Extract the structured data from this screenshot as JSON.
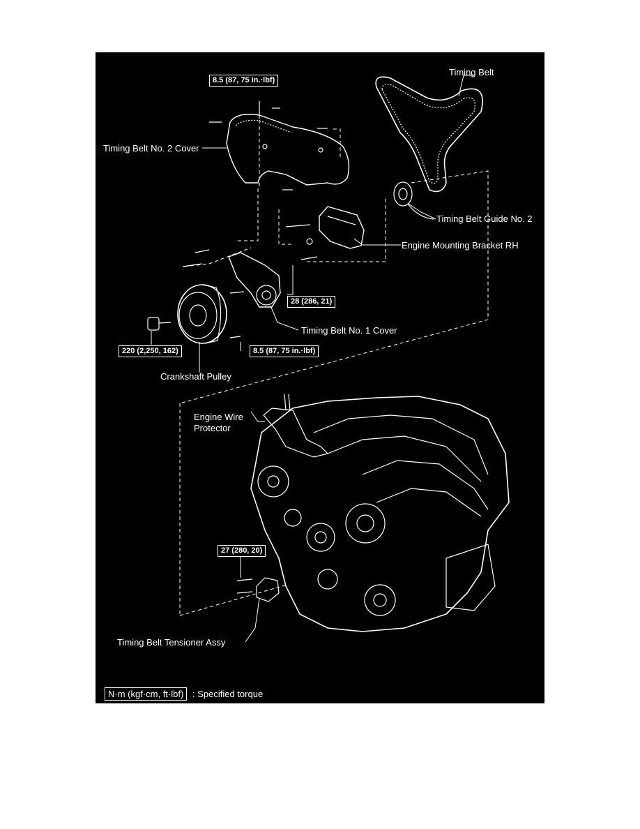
{
  "labels": {
    "timing_belt": "Timing Belt",
    "timing_belt_no2_cover": "Timing Belt No. 2 Cover",
    "timing_belt_guide_no2": "Timing Belt Guide No. 2",
    "engine_mounting_bracket_rh": "Engine Mounting Bracket RH",
    "timing_belt_no1_cover": "Timing Belt No. 1 Cover",
    "crankshaft_pulley": "Crankshaft Pulley",
    "engine_wire_protector_1": "Engine Wire",
    "engine_wire_protector_2": "Protector",
    "timing_belt_tensioner_assy": "Timing Belt Tensioner Assy"
  },
  "torques": {
    "cover2_bolt": "8.5 (87, 75 in.·lbf)",
    "bracket_bolt": "28 (286, 21)",
    "crank_bolt": "220 (2,250, 162)",
    "cover1_bolt": "8.5 (87, 75 in.·lbf)",
    "tensioner_bolt": "27 (280, 20)"
  },
  "legend": {
    "unit_box": "N·m (kgf·cm, ft·lbf)",
    "text": ": Specified torque"
  },
  "colors": {
    "background": "#000000",
    "line": "#ffffff"
  }
}
